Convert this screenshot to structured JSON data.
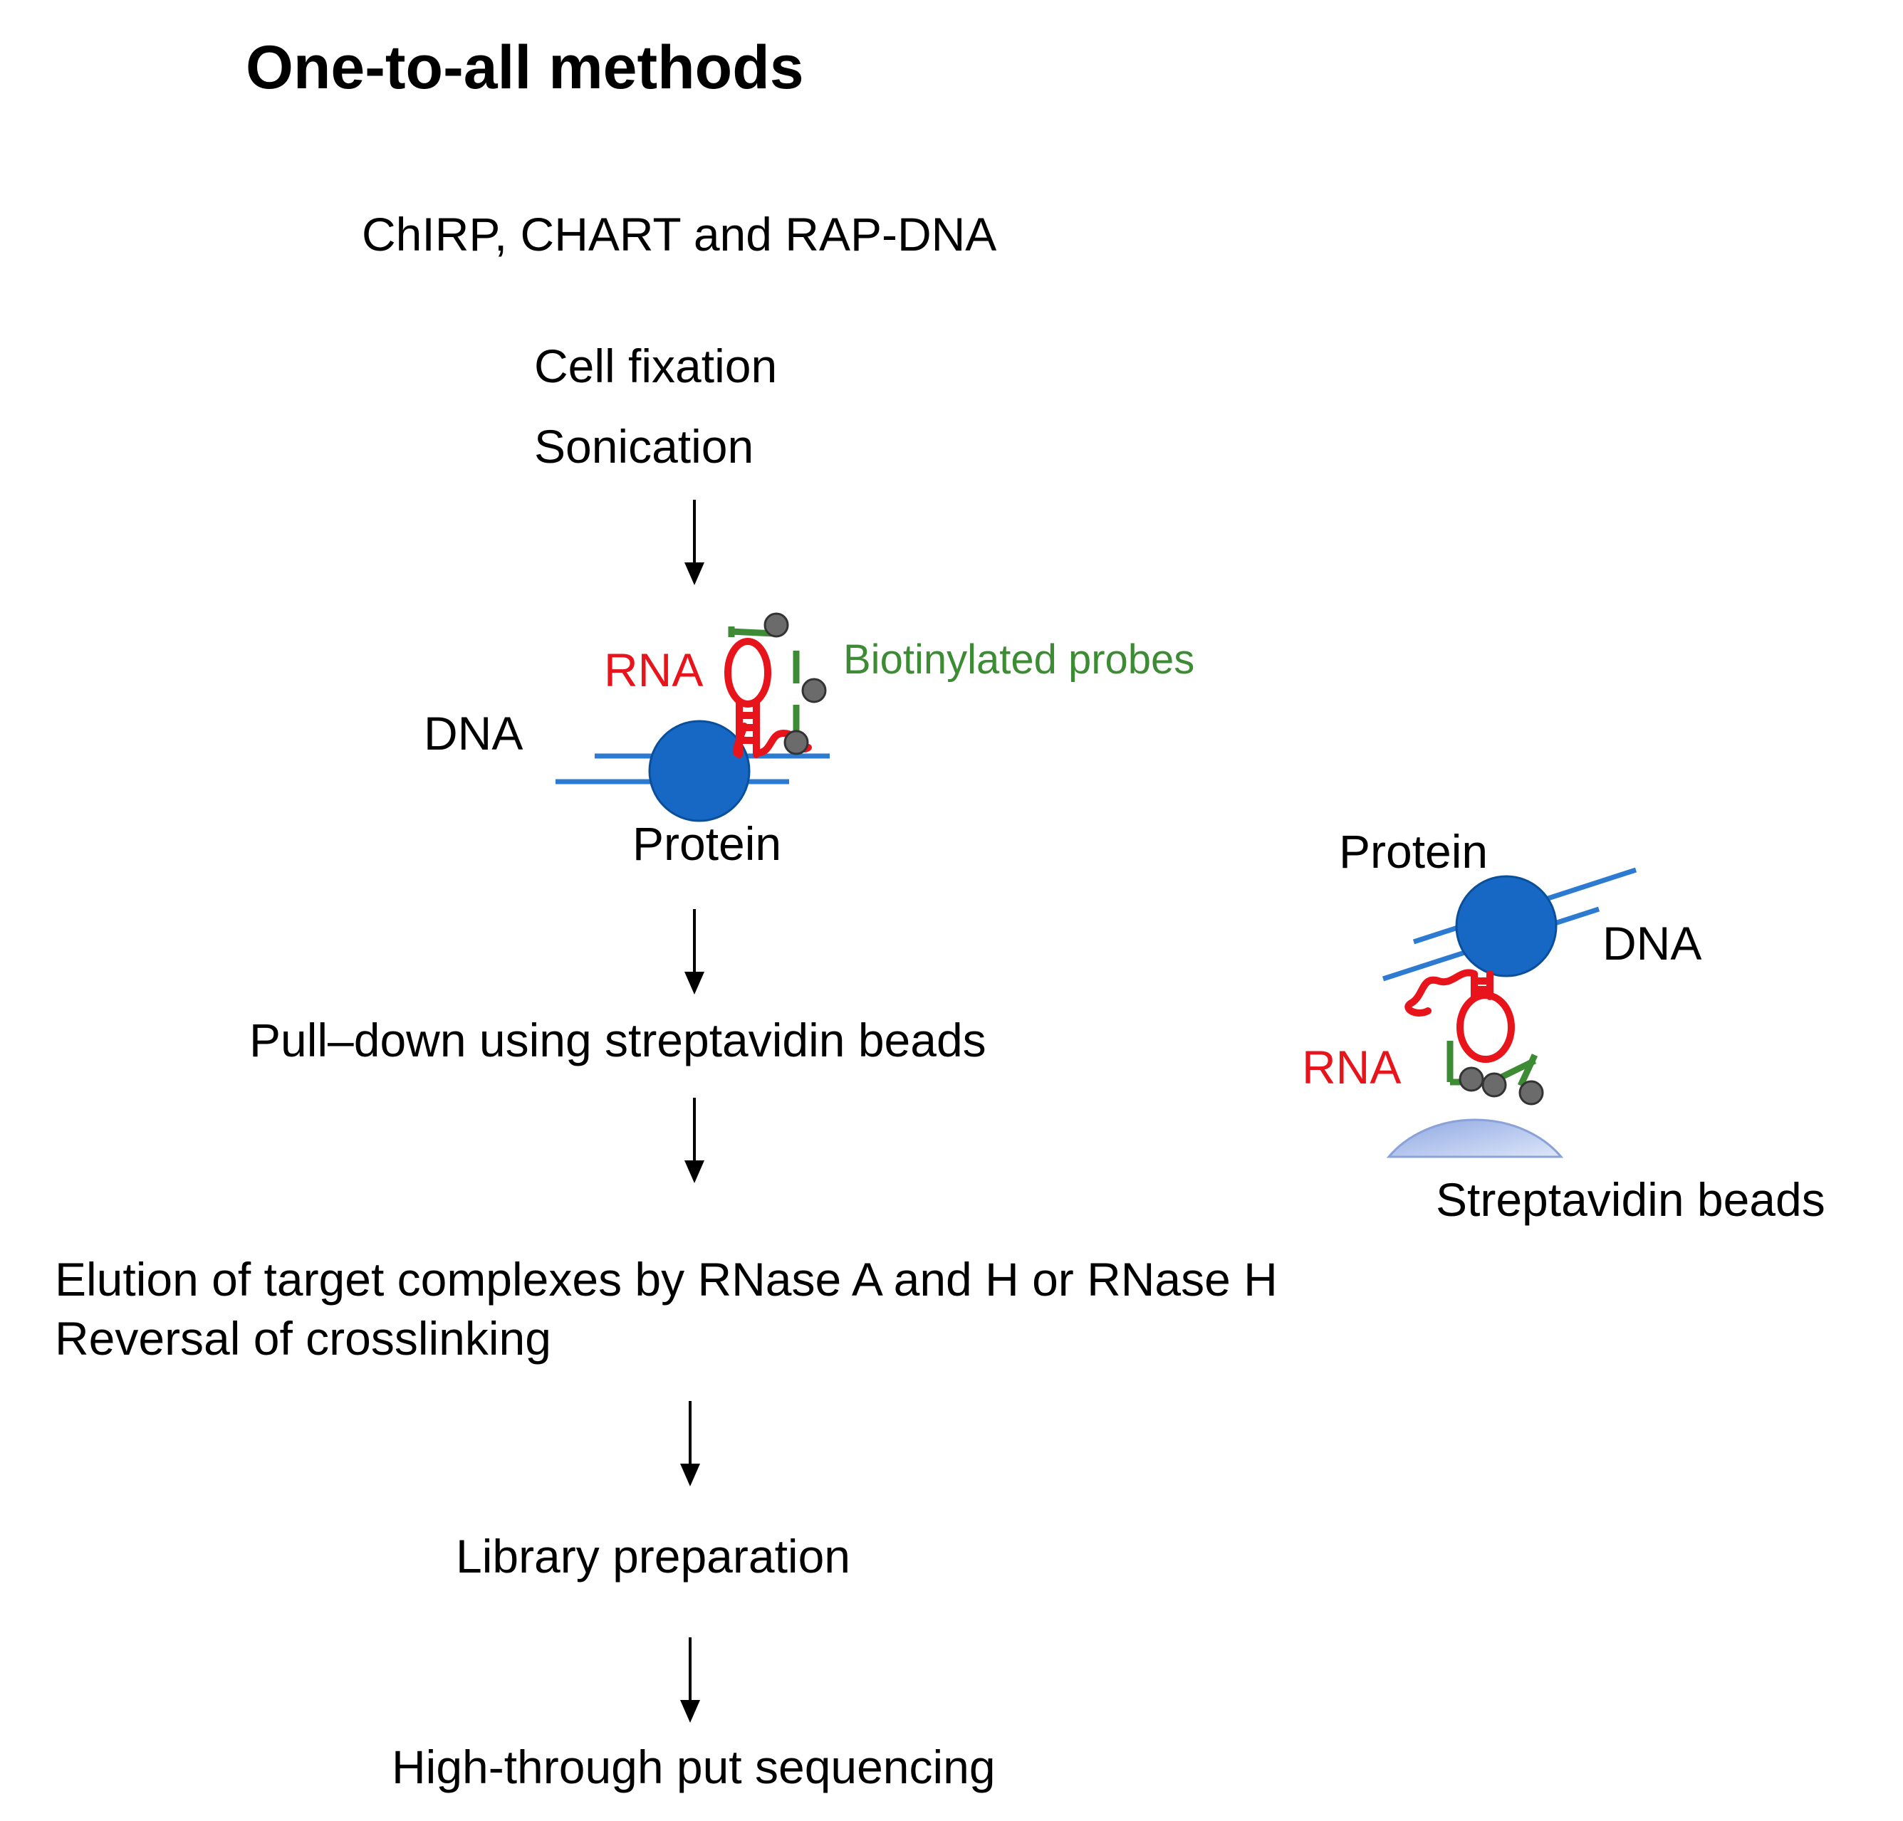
{
  "title": "One-to-all methods",
  "subtitle": "ChIRP, CHART and RAP-DNA",
  "steps": {
    "fixation": "Cell fixation",
    "sonication": "Sonication",
    "pulldown": "Pull–down using streptavidin beads",
    "elution": "Elution of target complexes by RNase A and H or RNase H",
    "reversal": "Reversal of crosslinking",
    "library": "Library preparation",
    "sequencing": "High-through put sequencing"
  },
  "complex_left": {
    "rna": "RNA",
    "probes": "Biotinylated probes",
    "dna": "DNA",
    "protein": "Protein"
  },
  "complex_right": {
    "protein": "Protein",
    "dna": "DNA",
    "rna": "RNA",
    "beads": "Streptavidin beads"
  },
  "colors": {
    "dna": "#2d7bd1",
    "protein": "#1668c4",
    "rna": "#e8141b",
    "probe": "#3d8b34",
    "biotin": "#6b6b6b",
    "bead": "#a9bdea"
  }
}
